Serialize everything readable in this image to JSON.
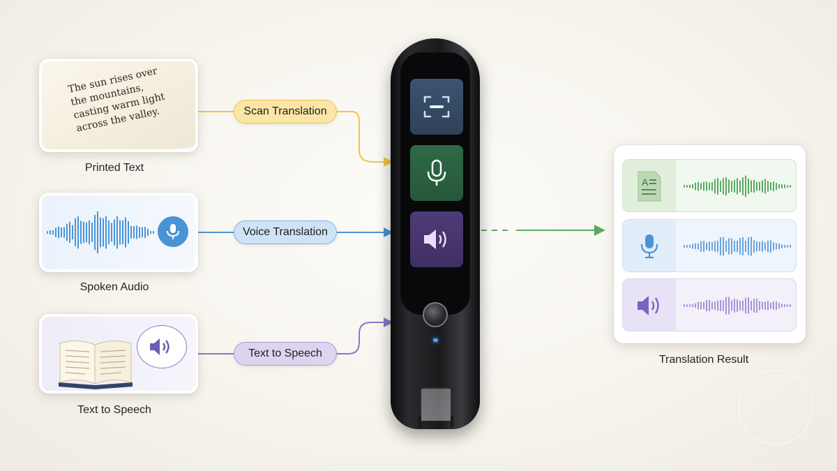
{
  "inputs": {
    "printed": {
      "label": "Printed Text",
      "page_text": "The sun rises over\nthe mountains,\ncasting warm light\nacross the valley."
    },
    "audio": {
      "label": "Spoken Audio"
    },
    "tts": {
      "label": "Text to Speech"
    }
  },
  "modes": {
    "scan": "Scan Translation",
    "voice": "Voice Translation",
    "tts": "Text to Speech"
  },
  "result": {
    "label": "Translation Result"
  },
  "colors": {
    "scan": "#f2c244",
    "voice": "#4a93d6",
    "tts": "#8c76c8",
    "output": "#5aa964"
  },
  "icons": {
    "scan": "scan-frame-icon",
    "mic": "microphone-icon",
    "speaker": "speaker-icon",
    "document": "document-icon",
    "book": "open-book-icon"
  }
}
